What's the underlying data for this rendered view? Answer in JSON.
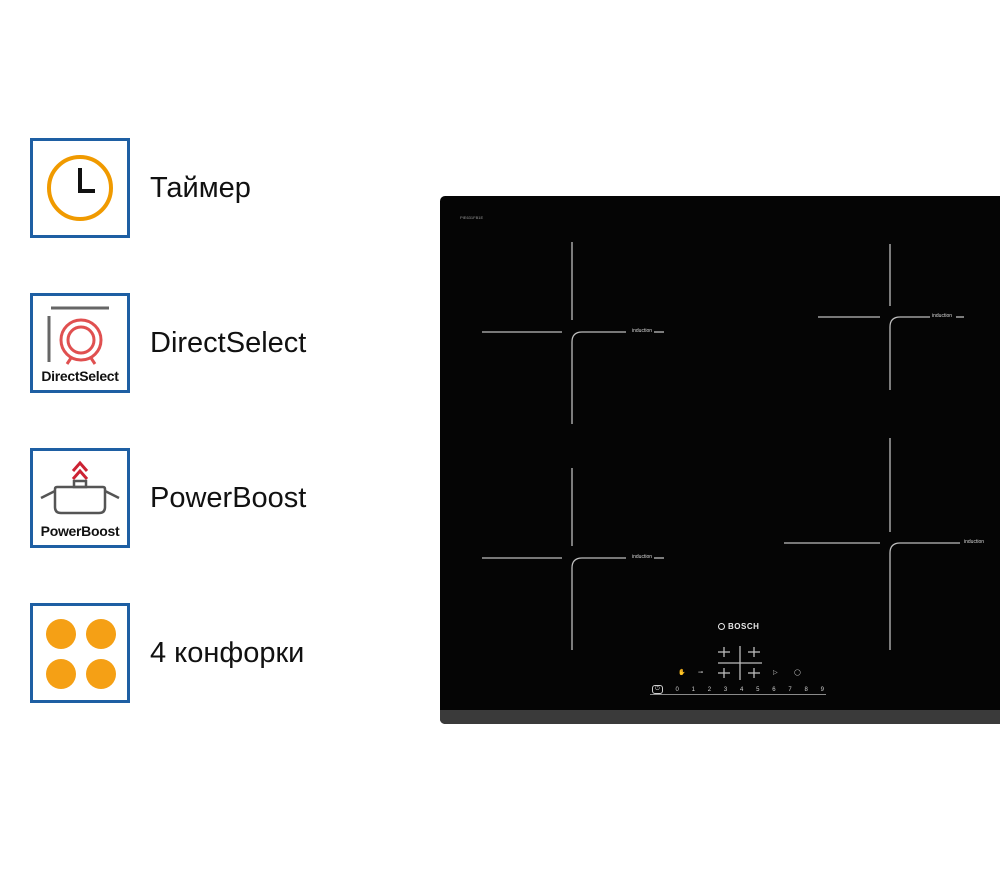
{
  "features": [
    {
      "label": "Таймер",
      "icon": "timer-clock-icon",
      "color": "#f09a00"
    },
    {
      "label": "DirectSelect",
      "icon": "direct-select-icon",
      "caption": "DirectSelect",
      "color": "#e05050"
    },
    {
      "label": "PowerBoost",
      "icon": "power-boost-icon",
      "caption": "PowerBoost",
      "color": "#cc2233"
    },
    {
      "label": "4 конфорки",
      "icon": "four-burners-icon",
      "color": "#f5a015"
    }
  ],
  "hob": {
    "brand": "BOSCH",
    "model_code": "PIE631FB1E",
    "zone_label": "induction",
    "scale": [
      "0",
      "1",
      "2",
      "3",
      "4",
      "5",
      "6",
      "7",
      "8",
      "9"
    ]
  }
}
